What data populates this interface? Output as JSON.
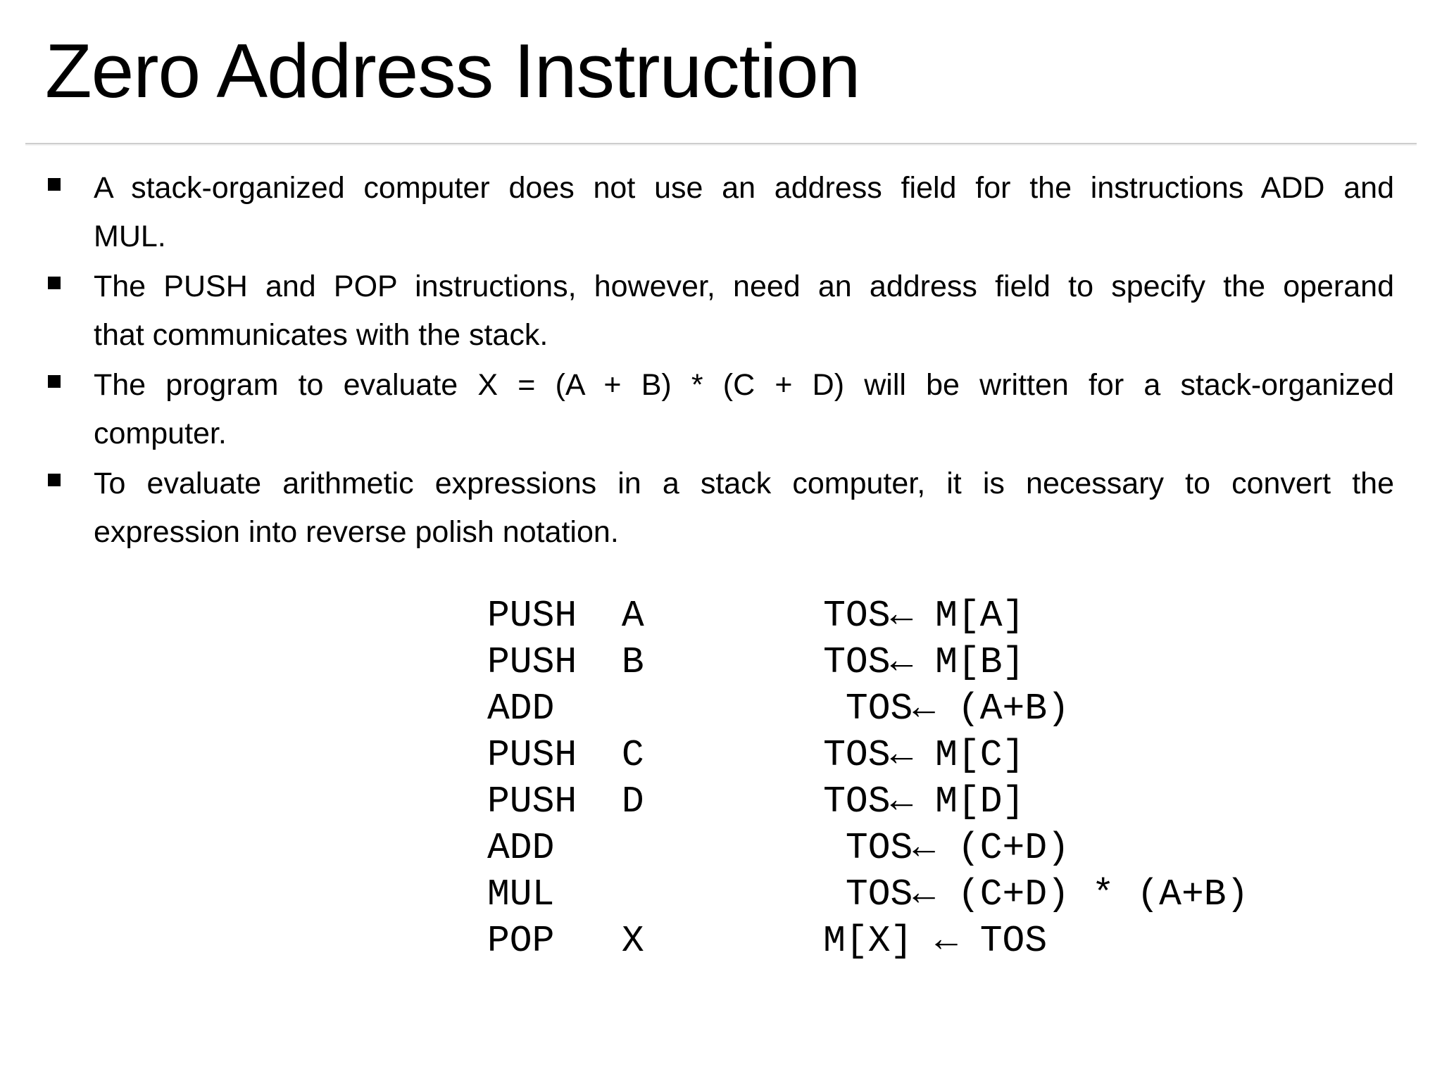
{
  "slide": {
    "title": "Zero Address Instruction",
    "bullets": [
      {
        "lines": [
          "A stack-organized computer does not use an address field for the instructions ADD and",
          "MUL."
        ]
      },
      {
        "lines": [
          "The PUSH and POP instructions, however, need an address field to specify the operand",
          "that communicates with the stack."
        ]
      },
      {
        "lines": [
          "The program to evaluate X = (A + B) * (C + D) will be written for a stack-organized",
          "computer."
        ]
      },
      {
        "lines": [
          "To evaluate arithmetic expressions in a stack computer, it is necessary to convert the",
          "expression into reverse polish notation."
        ]
      }
    ],
    "code_lines": [
      "PUSH  A        TOS← M[A]",
      "PUSH  B        TOS← M[B]",
      "ADD             TOS← (A+B)",
      "PUSH  C        TOS← M[C]",
      "PUSH  D        TOS← M[D]",
      "ADD             TOS← (C+D)",
      "MUL             TOS← (C+D) * (A+B)",
      "POP   X        M[X] ← TOS"
    ],
    "colors": {
      "background": "#ffffff",
      "text": "#000000",
      "divider": "#cdcdcd"
    }
  }
}
